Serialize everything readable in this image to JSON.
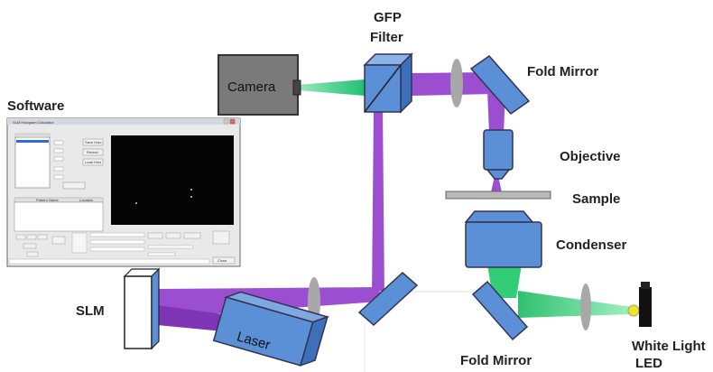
{
  "labels": {
    "gfp_filter_line1": "GFP",
    "gfp_filter_line2": "Filter",
    "fold_mirror_top": "Fold Mirror",
    "objective": "Objective",
    "sample": "Sample",
    "condenser": "Condenser",
    "fold_mirror_bottom": "Fold Mirror",
    "white_light_line1": "White Light",
    "white_light_line2": "LED",
    "software": "Software",
    "slm": "SLM",
    "camera": "Camera",
    "laser": "Laser"
  },
  "software_window": {
    "title": "SLM Hologram Calculator",
    "buttons": [
      "Save Holo",
      "Reload",
      "Load Holo",
      "Close"
    ],
    "panel_headers": [
      "Pattern Name",
      "Location"
    ]
  },
  "colors": {
    "laser_beam": "#8b3fc0",
    "gfp_beam": "#3cc878",
    "white_beam": "#33cc77",
    "component_blue": "#5b8fd6",
    "camera_gray": "#7a7a7a"
  }
}
